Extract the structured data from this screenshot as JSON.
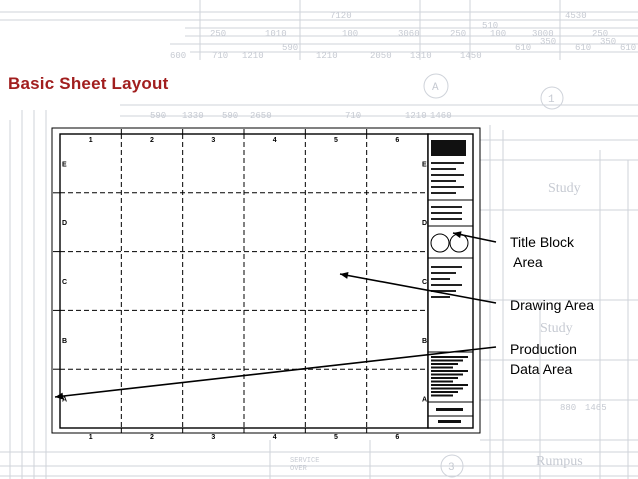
{
  "title": "Basic Sheet Layout",
  "colors": {
    "title": "#a11e1e",
    "background_drawing": "#cfd3da",
    "sheet_line": "#000000"
  },
  "grid": {
    "column_labels": [
      "1",
      "2",
      "3",
      "4",
      "5",
      "6"
    ],
    "row_labels": [
      "E",
      "D",
      "C",
      "B",
      "A"
    ]
  },
  "callouts": {
    "title_block": {
      "line1": "Title Block",
      "line2": " Area"
    },
    "drawing_area": "Drawing Area",
    "production_data": {
      "line1": "Production",
      "line2": "Data Area"
    }
  },
  "background_plan": {
    "dimensions": [
      "7120",
      "4530",
      "250",
      "1010",
      "100",
      "3060",
      "250",
      "510",
      "100",
      "3000",
      "250",
      "600",
      "710",
      "1210",
      "590",
      "1210",
      "2050",
      "1310",
      "1450",
      "610",
      "350",
      "610",
      "350",
      "610",
      "590",
      "1330",
      "590",
      "2650",
      "710",
      "1210",
      "1460",
      "1465",
      "880"
    ],
    "room_labels": [
      "Study",
      "Rumpus",
      "Study"
    ],
    "circle_labels": [
      "A",
      "1",
      "3"
    ],
    "notes": [
      "SERVICE",
      "OVER"
    ]
  }
}
